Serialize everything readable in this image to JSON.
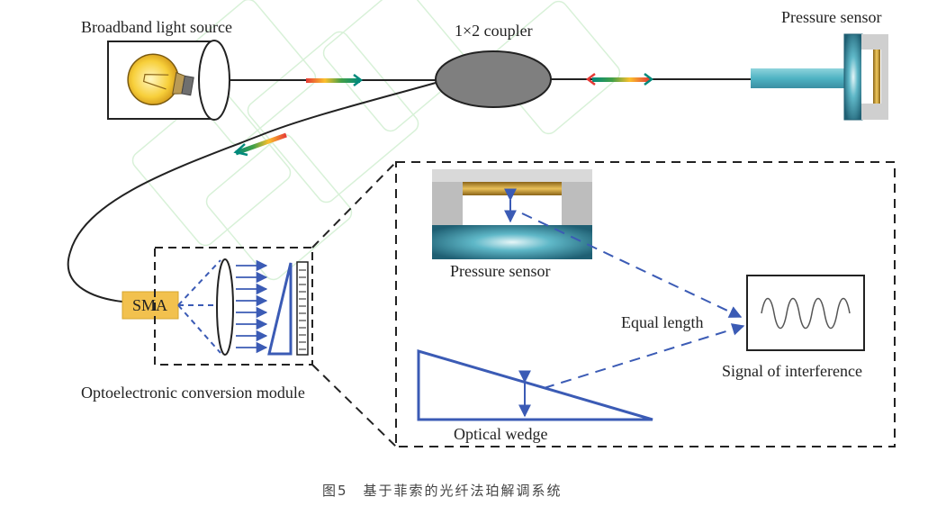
{
  "labels": {
    "broadband_light_source": "Broadband light source",
    "coupler": "1×2 coupler",
    "pressure_sensor_top": "Pressure sensor",
    "sma": "SMA",
    "optoelectronic_module": "Optoelectronic conversion module",
    "pressure_sensor_inset": "Pressure sensor",
    "equal_length": "Equal length",
    "signal_of_interference": "Signal of interference",
    "optical_wedge": "Optical wedge"
  },
  "caption": "图5　基于菲索的光纤法珀解调系统",
  "colors": {
    "arrow_blue": "#3b5bb5",
    "sma_fill": "#f2c14e",
    "coupler_fill": "#7f7f7f",
    "sensor_teal": "#3a8fa3",
    "gold": "#c9962a"
  }
}
